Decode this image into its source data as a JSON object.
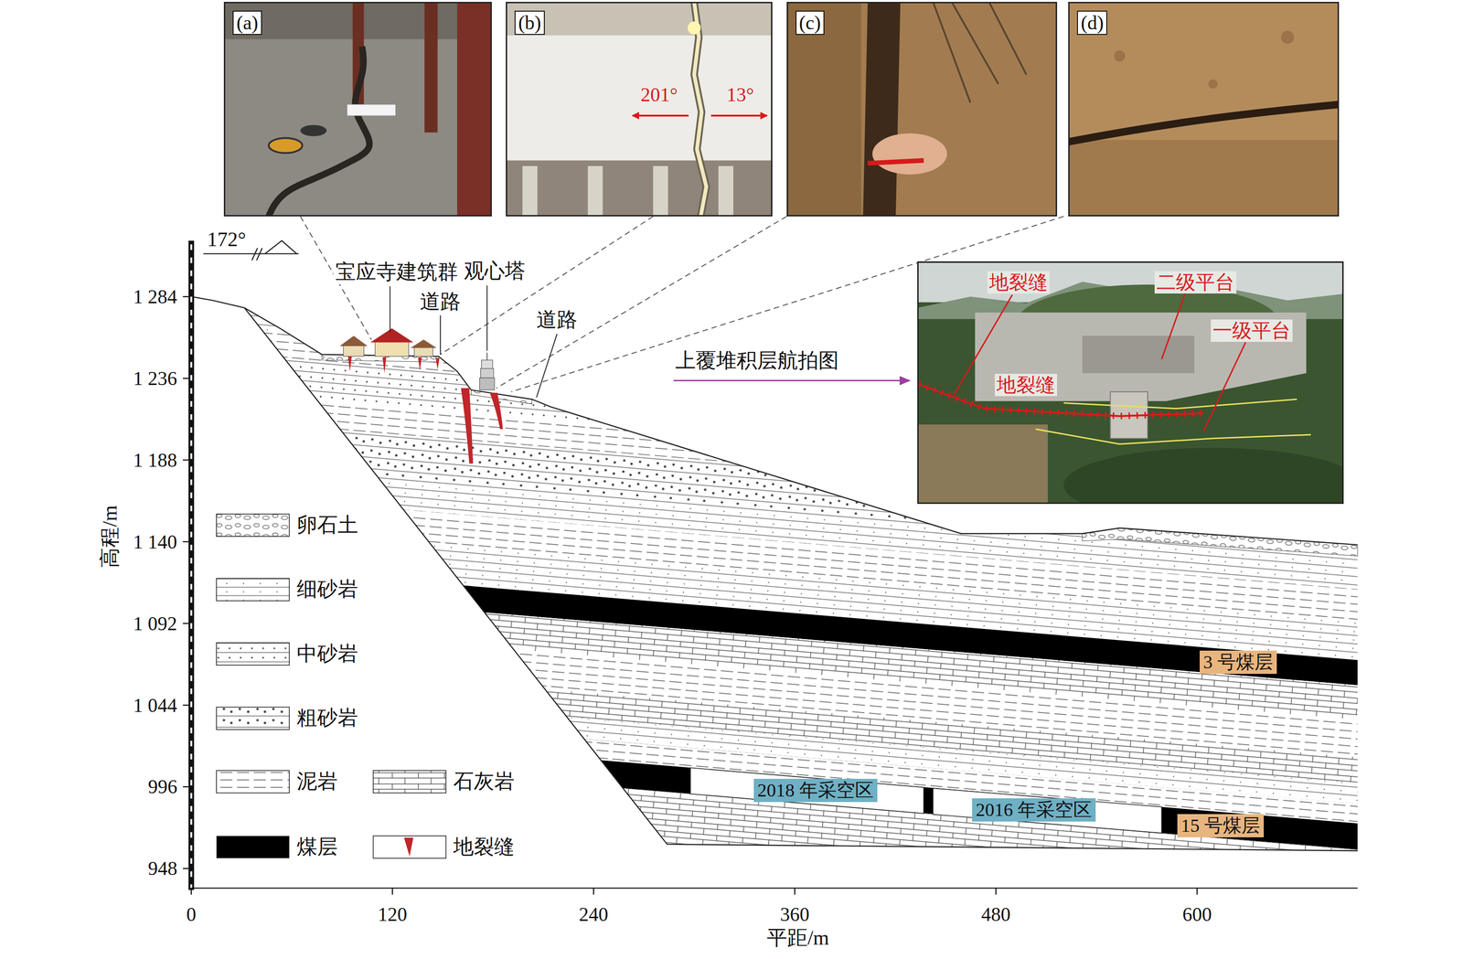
{
  "diagram": {
    "nodes": [
      {
        "text": [
          "(a)"
        ]
      },
      {
        "text": [
          "(b)",
          "201°",
          "13°"
        ]
      },
      {
        "text": [
          "(c)"
        ]
      },
      {
        "text": [
          "(d)"
        ]
      },
      {
        "text": [
          "地裂缝",
          "二级平台",
          "一级平台",
          "地裂缝"
        ]
      },
      {
        "text": [
          "3 号煤层"
        ]
      },
      {
        "text": [
          "2018 年采空区"
        ]
      },
      {
        "text": [
          "2016 年采空区"
        ]
      },
      {
        "text": [
          "15 号煤层"
        ]
      }
    ],
    "labels": [
      "172°",
      "宝应寺建筑群",
      "道路",
      "观心塔",
      "道路",
      "上覆堆积层航拍图",
      "高程/m",
      "1 284",
      "1 236",
      "1 188",
      "1 140",
      "1 092",
      "1 044",
      "996",
      "948",
      "0",
      "120",
      "240",
      "360",
      "480",
      "600",
      "平距/m"
    ],
    "legend": [
      {
        "text": "卵石土"
      },
      {
        "text": "细砂岩"
      },
      {
        "text": "中砂岩"
      },
      {
        "text": "粗砂岩"
      },
      {
        "text": "泥岩"
      },
      {
        "text": "石灰岩"
      },
      {
        "text": "煤层",
        "color": "#000000"
      },
      {
        "text": "地裂缝"
      }
    ]
  }
}
